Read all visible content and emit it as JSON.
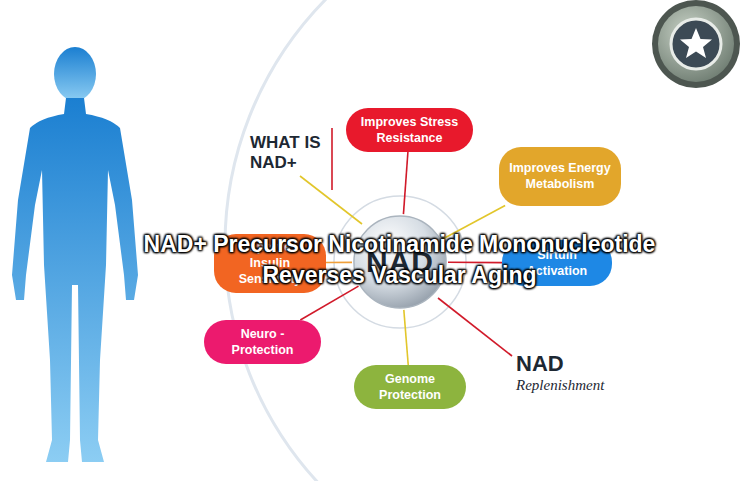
{
  "diagram": {
    "title": "NAD+ Precursor Nicotinamide Mononucleotide Reverses Vascular Aging",
    "nodes": [
      {
        "text": [
          "Improves Stress Resistance"
        ]
      },
      {
        "text": [
          "Improves Energy Metabolism"
        ]
      },
      {
        "text": [
          "Improves Insulin Sensitivity"
        ]
      },
      {
        "text": [
          "NAD"
        ]
      },
      {
        "text": [
          "Sirtuin Activation"
        ]
      },
      {
        "text": [
          "Neuro - Protection"
        ]
      },
      {
        "text": [
          "Genome Protection"
        ]
      }
    ],
    "edges": [
      {
        "from": 3,
        "to": 0,
        "arrow": "none"
      },
      {
        "from": 3,
        "to": 1,
        "arrow": "none"
      },
      {
        "from": 3,
        "to": 2,
        "arrow": "none"
      },
      {
        "from": 3,
        "to": 4,
        "arrow": "none"
      },
      {
        "from": 3,
        "to": 5,
        "arrow": "none"
      },
      {
        "from": 3,
        "to": 6,
        "arrow": "none"
      }
    ],
    "labels": [
      "WHAT IS NAD+",
      "NAD",
      "Replenishment"
    ]
  }
}
